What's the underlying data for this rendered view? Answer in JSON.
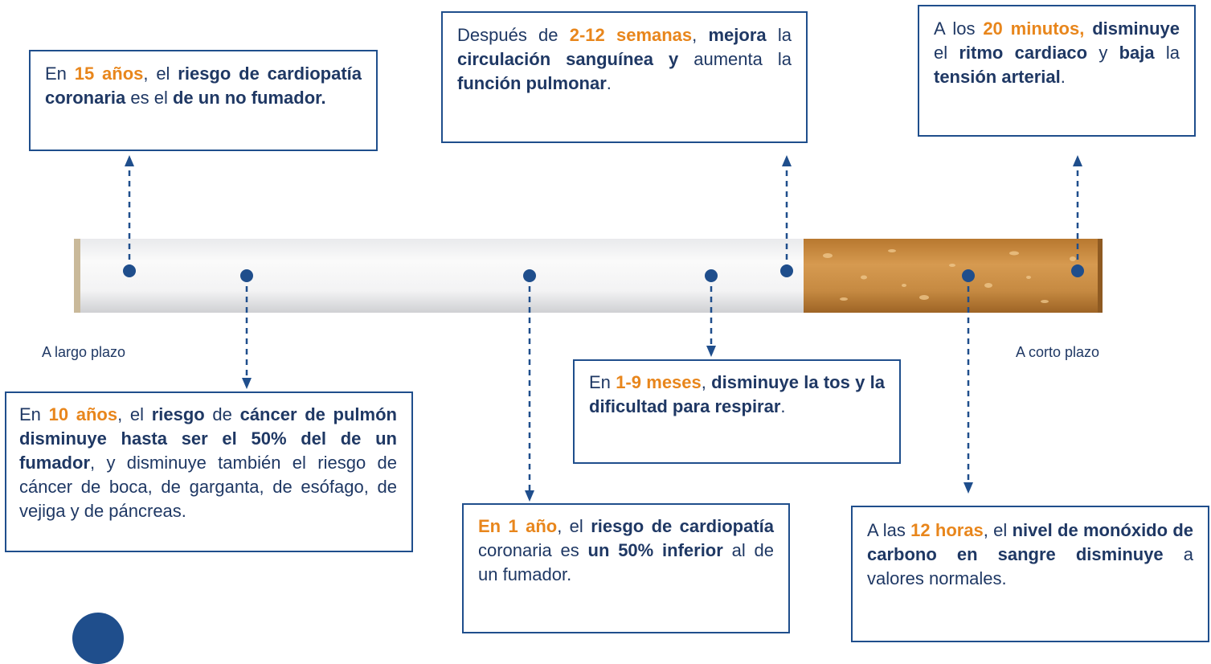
{
  "labels": {
    "long_term": "A largo plazo",
    "short_term": "A corto plazo"
  },
  "colors": {
    "navy": "#1f3864",
    "box_border": "#1f4e8c",
    "orange": "#e8861c",
    "filter": "#c98a3e"
  },
  "boxes": {
    "y15": {
      "t1": "En ",
      "t2": "15 años",
      "t3": ", el ",
      "t4": "riesgo de cardiopatía coronaria",
      "t5": " es el ",
      "t6": "de un no fumador."
    },
    "w2_12": {
      "t1": "Después de ",
      "t2": "2-12 semanas",
      "t3": ", ",
      "t4": "mejora",
      "t5": " la ",
      "t6": "circulación sanguínea y",
      "t7": " aumenta la ",
      "t8": "función pulmonar",
      "t9": "."
    },
    "m20": {
      "t1": "A los ",
      "t2": "20 minutos,",
      "t3": " ",
      "t4": "disminuye",
      "t5": " el ",
      "t6": "ritmo cardiaco",
      "t7": " y ",
      "t8": "baja",
      "t9": " la ",
      "t10": "tensión arterial",
      "t11": "."
    },
    "y10": {
      "t1": "En ",
      "t2": "10 años",
      "t3": ", el ",
      "t4": "riesgo",
      "t5": " de ",
      "t6": "cáncer de pulmón disminuye hasta ser el 50% del de un fumador",
      "t7": ", y disminuye también el riesgo de cáncer de boca, de garganta, de esófago, de vejiga y de páncreas."
    },
    "m1_9": {
      "t1": "En ",
      "t2": "1-9 meses",
      "t3": ", ",
      "t4": "disminuye la tos y la dificultad para respirar",
      "t5": "."
    },
    "y1": {
      "t1": "En 1 año",
      "t2": ", el ",
      "t3": "riesgo de cardiopatía",
      "t4": " coronaria es ",
      "t5": "un 50% inferior",
      "t6": " al de un fumador."
    },
    "h12": {
      "t1": "A las ",
      "t2": "12 horas",
      "t3": ", el ",
      "t4": "nivel de monóxido de carbono en sangre disminuye",
      "t5": " a valores normales."
    }
  }
}
